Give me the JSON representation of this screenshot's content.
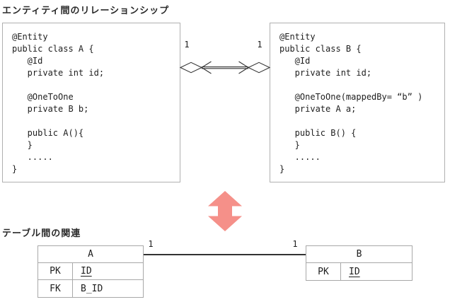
{
  "colors": {
    "accent_pink": "#F59089",
    "line": "#333333"
  },
  "entity_section": {
    "title": "エンティティ間のリレーションシップ",
    "left_multiplicity": "1",
    "right_multiplicity": "1",
    "class_a_code": "@Entity\npublic class A {\n   @Id\n   private int id;\n\n   @OneToOne\n   private B b;\n\n   public A(){\n   }\n   .....\n}",
    "class_b_code": "@Entity\npublic class B {\n   @Id\n   private int id;\n\n   @OneToOne(mappedBy= “b” )\n   private A a;\n\n   public B() {\n   }\n   .....\n}"
  },
  "table_section": {
    "title": "テーブル間の関連",
    "left_multiplicity": "1",
    "right_multiplicity": "1",
    "table_a": {
      "name": "A",
      "rows": [
        {
          "key": "PK",
          "column": "ID"
        },
        {
          "key": "FK",
          "column": "B_ID"
        }
      ]
    },
    "table_b": {
      "name": "B",
      "rows": [
        {
          "key": "PK",
          "column": "ID"
        }
      ]
    }
  }
}
